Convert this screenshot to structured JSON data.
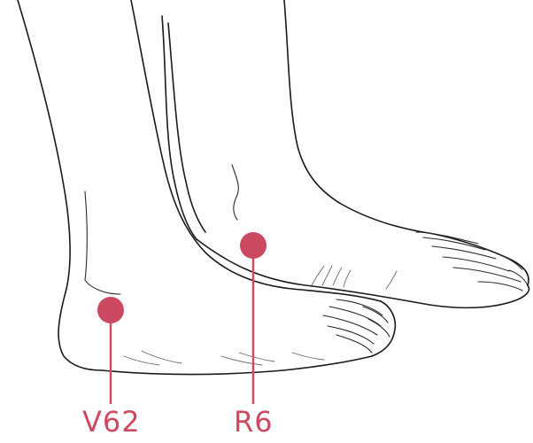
{
  "points": [
    {
      "id": "V62",
      "label": "V62"
    },
    {
      "id": "R6",
      "label": "R6"
    }
  ],
  "colors": {
    "marker": "#cc4a61",
    "leader": "#cc4a61",
    "label": "#cc4a61",
    "outline": "#1a1a1a",
    "background": "#ffffff"
  }
}
